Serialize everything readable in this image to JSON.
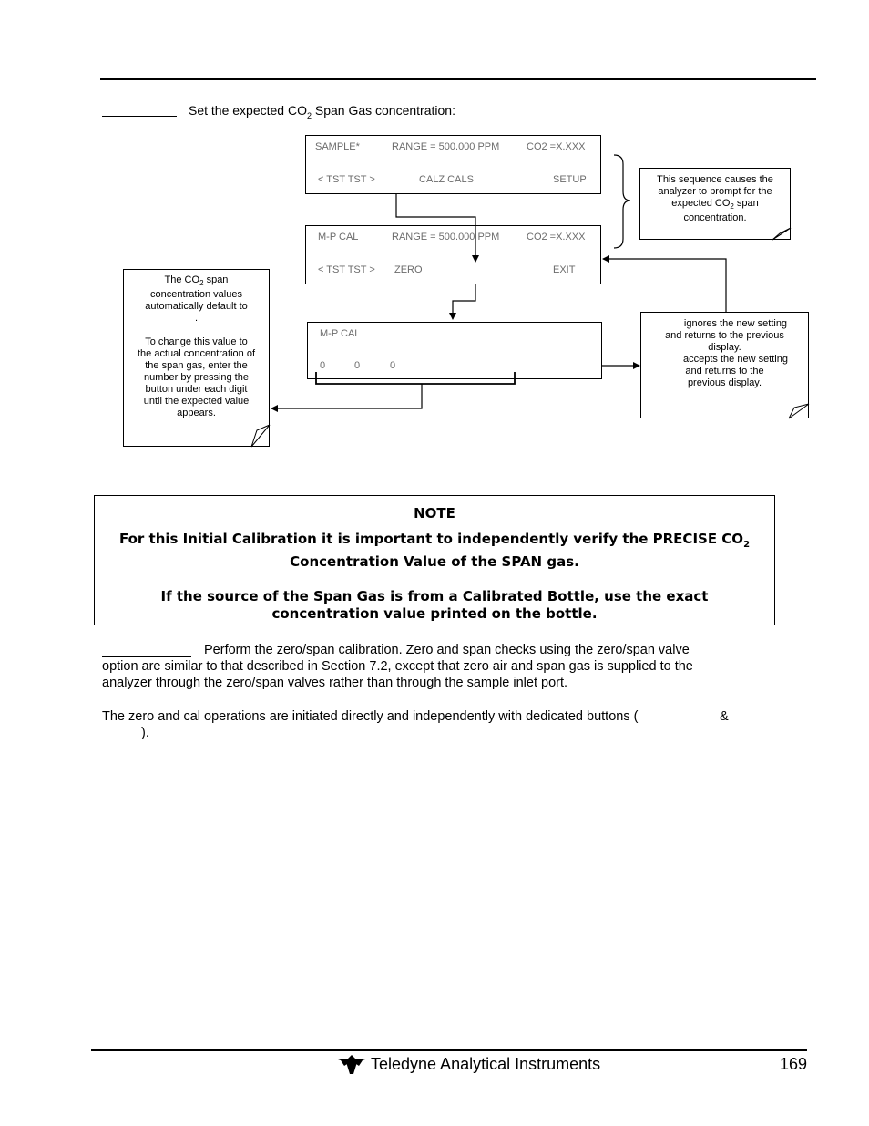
{
  "step1": {
    "text_before": "Set the expected CO",
    "text_sub": "2",
    "text_after": " Span Gas concentration:"
  },
  "display1": {
    "line1": [
      "SAMPLE*",
      "RANGE = 500.000 PPM",
      "CO2 =X.XXX"
    ],
    "line2": [
      "< TST  TST >",
      "CALZ   CALS",
      "SETUP"
    ]
  },
  "display2": {
    "line1": [
      "M-P CAL",
      "RANGE = 500.000 PPM",
      "CO2 =X.XXX"
    ],
    "line2": [
      "< TST  TST >",
      "ZERO",
      "EXIT"
    ]
  },
  "display3": {
    "line1": [
      "M-P CAL"
    ],
    "line2": [
      "0",
      "0",
      "0"
    ]
  },
  "callout_sequence": {
    "lines": [
      "This sequence causes the",
      "analyzer to prompt for the"
    ],
    "line3_before": "expected CO",
    "line3_sub": "2",
    "line3_after": " span",
    "line4": "concentration."
  },
  "callout_default": {
    "line1_before": "The CO",
    "line1_sub": "2",
    "line1_after": " span",
    "lines_a": [
      "concentration values",
      "automatically default to",
      "."
    ],
    "lines_b": [
      "To change this value to",
      "the actual concentration of",
      "the span gas, enter the",
      "number by pressing the",
      "button under each digit",
      "until the expected value",
      "appears."
    ]
  },
  "callout_exit": {
    "lines": [
      "ignores the new setting",
      "and returns to the previous",
      "display.",
      "accepts the new setting",
      "and returns to the",
      "previous display."
    ]
  },
  "note": {
    "title": "NOTE",
    "line1_before": "For this Initial Calibration it is important to independently verify the PRECISE CO",
    "line1_sub": "2",
    "line2": "Concentration Value of the SPAN gas.",
    "line3": "If the source of the Span Gas is from a Calibrated Bottle, use the exact",
    "line4": "concentration value printed on the bottle."
  },
  "step2": {
    "line1": "Perform the zero/span calibration.  Zero and span checks using the zero/span valve",
    "line2": "option are similar to that described in Section 7.2, except that zero air and span gas is supplied to the",
    "line3": "analyzer through the zero/span valves rather than through the sample inlet port."
  },
  "para2": {
    "line1": "The zero and cal operations are initiated directly and independently with dedicated buttons (",
    "amp": "&",
    "line2": ")."
  },
  "footer": {
    "company": "Teledyne Analytical Instruments",
    "page_number": "169",
    "logo_name": "teledyne-logo"
  }
}
